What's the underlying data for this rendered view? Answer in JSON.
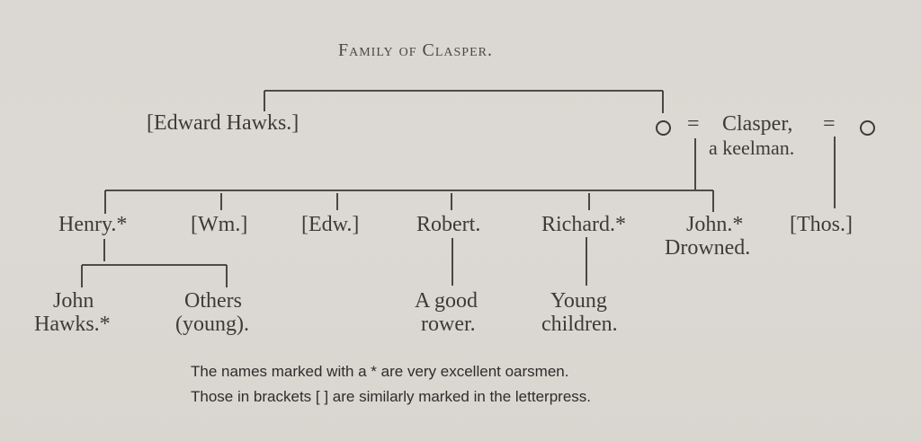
{
  "title": "Family of Clasper.",
  "generation_1": {
    "edward_hawks": "[Edward Hawks.]",
    "mother_symbol": "circle-unnamed-female",
    "equals_1": "=",
    "clasper": "Clasper,",
    "clasper_occupation": "a keelman.",
    "equals_2": "=",
    "second_wife_symbol": "circle-unnamed-female"
  },
  "generation_2": {
    "children": [
      {
        "name": "Henry.*"
      },
      {
        "name": "[Wm.]"
      },
      {
        "name": "[Edw.]"
      },
      {
        "name": "Robert."
      },
      {
        "name": "Richard.*"
      },
      {
        "name": "John.*",
        "note": "Drowned."
      },
      {
        "name": "[Thos.]"
      }
    ]
  },
  "generation_3": {
    "henry_children": [
      {
        "line1": "John",
        "line2": "Hawks.*"
      },
      {
        "line1": "Others",
        "line2": "(young)."
      }
    ],
    "robert_child": {
      "line1": "A good",
      "line2": "rower."
    },
    "richard_child": {
      "line1": "Young",
      "line2": "children."
    }
  },
  "footnotes": [
    "The names marked with a * are very excellent oarsmen.",
    "Those in brackets [ ] are similarly marked in the letterpress."
  ],
  "colors": {
    "paper": "#dcd8d3",
    "ink": "#3a3836"
  }
}
